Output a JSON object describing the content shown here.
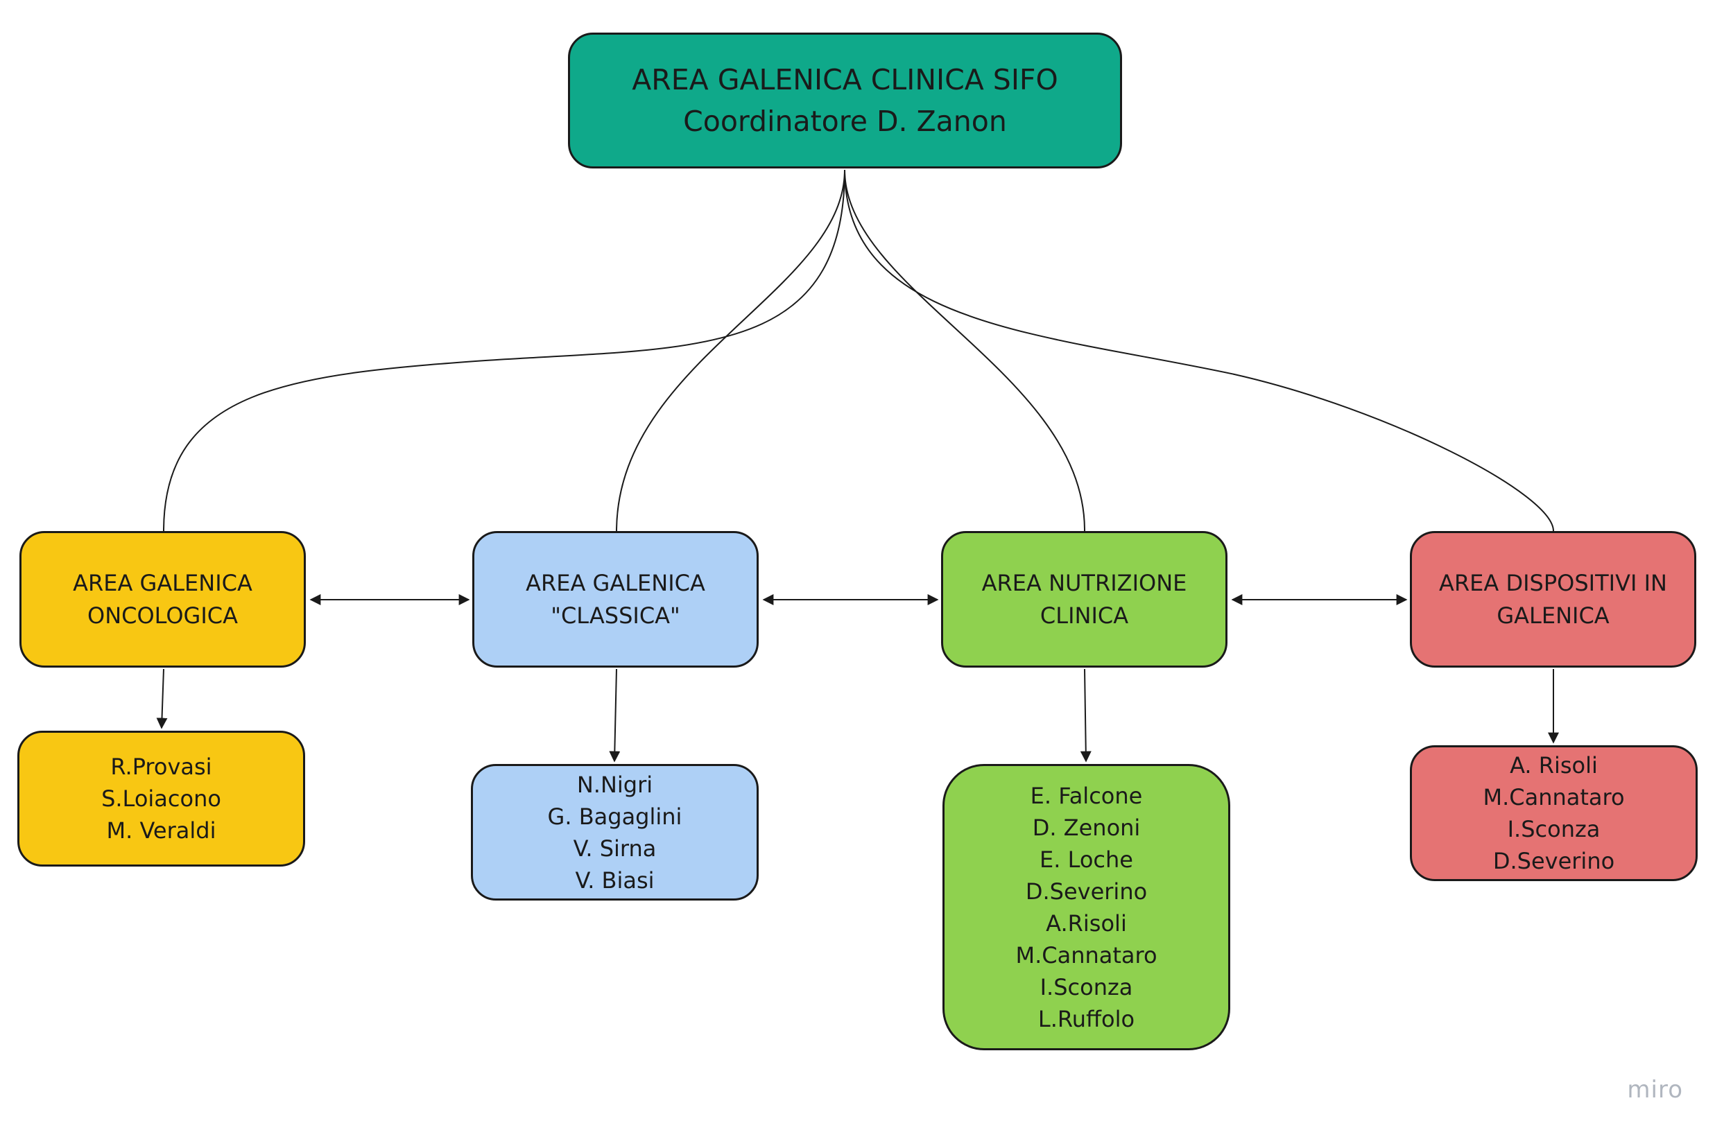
{
  "root": {
    "line1": "AREA GALENICA CLINICA SIFO",
    "line2": "Coordinatore D. Zanon",
    "color": "#0fa98a"
  },
  "areas": [
    {
      "lines": [
        "AREA GALENICA",
        "ONCOLOGICA"
      ],
      "color": "#f8c713"
    },
    {
      "lines": [
        "AREA GALENICA",
        "\"CLASSICA\""
      ],
      "color": "#aed0f6"
    },
    {
      "lines": [
        "AREA NUTRIZIONE",
        "CLINICA"
      ],
      "color": "#8fd14f"
    },
    {
      "lines": [
        "AREA DISPOSITIVI IN",
        "GALENICA"
      ],
      "color": "#e57373"
    }
  ],
  "members": [
    [
      "R.Provasi",
      "S.Loiacono",
      "M. Veraldi"
    ],
    [
      "N.Nigri",
      "G. Bagaglini",
      "V. Sirna",
      "V. Biasi"
    ],
    [
      "E. Falcone",
      "D. Zenoni",
      "E. Loche",
      "D.Severino",
      "A.Risoli",
      "M.Cannataro",
      "I.Sconza",
      "L.Ruffolo"
    ],
    [
      "A. Risoli",
      "M.Cannataro",
      "I.Sconza",
      "D.Severino"
    ]
  ],
  "watermark": "miro"
}
